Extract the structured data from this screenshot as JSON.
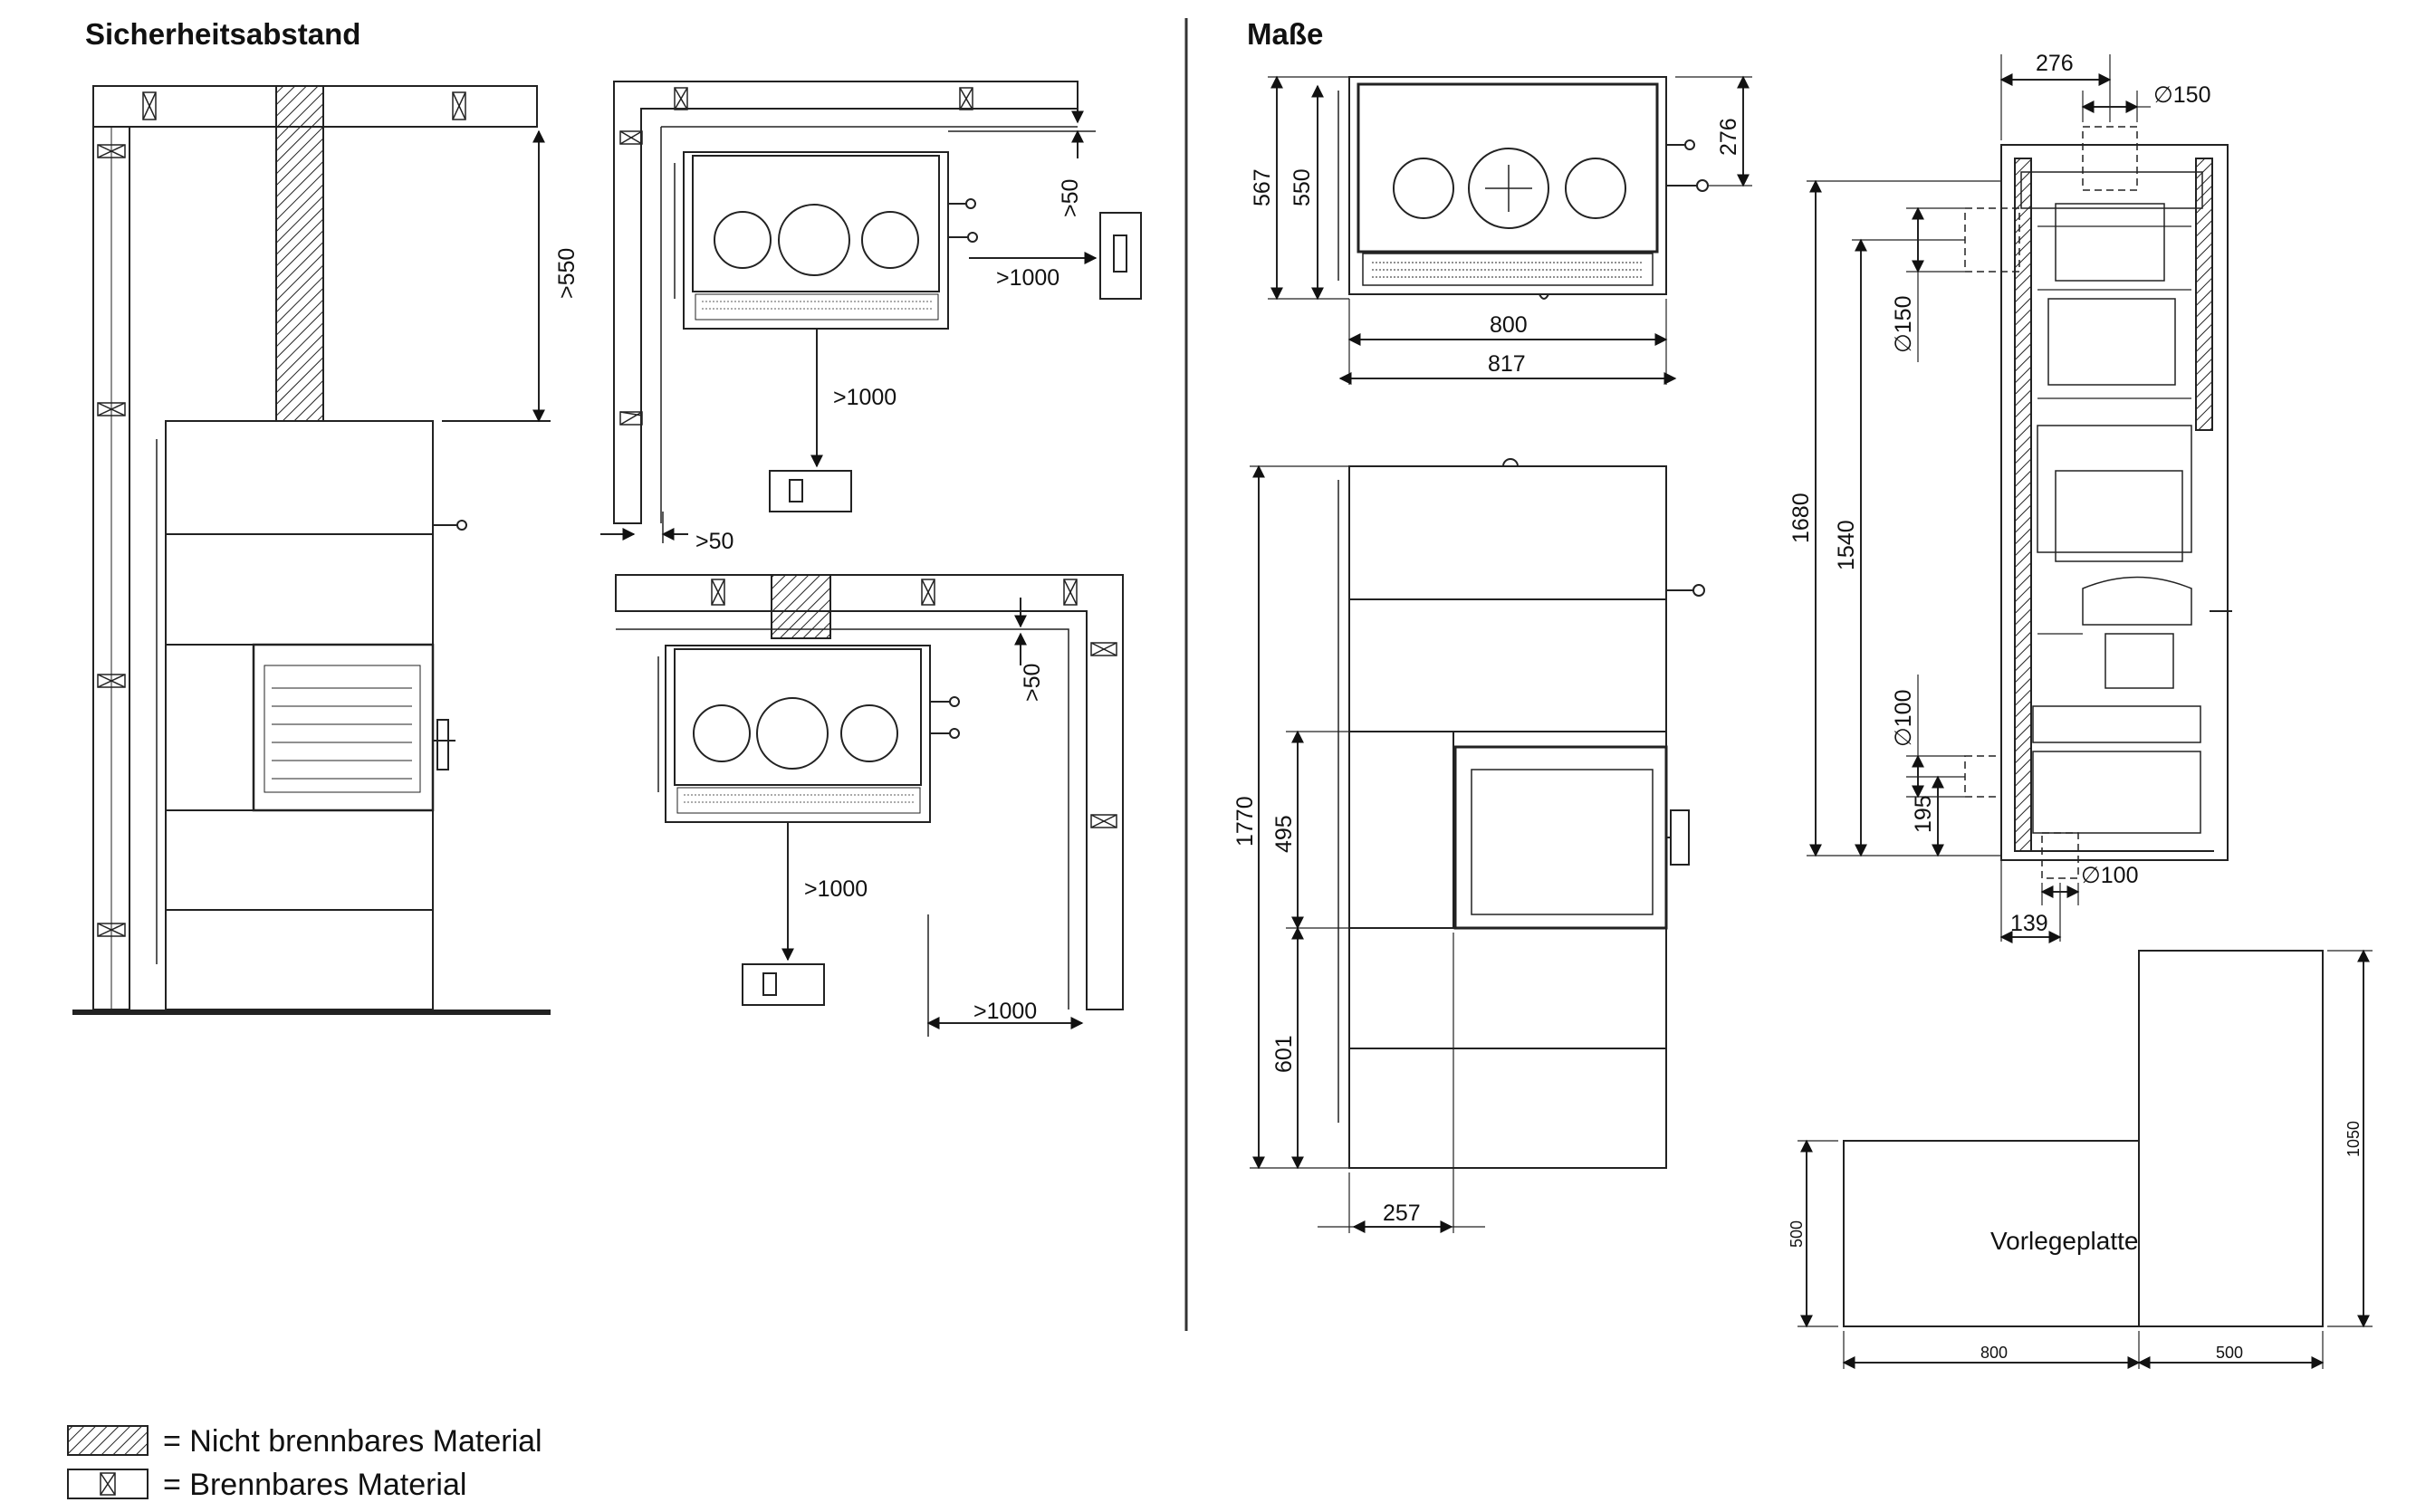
{
  "headings": {
    "safety": "Sicherheitsabstand",
    "dimensions": "Maße"
  },
  "safety": {
    "front_top": ">550",
    "plan1_wall_gap": ">50",
    "plan1_right": ">1000",
    "plan1_front": ">1000",
    "plan1_back": ">50",
    "plan2_back": ">50",
    "plan2_front": ">1000",
    "plan2_side": ">1000"
  },
  "dimensions": {
    "top_width_inner": "800",
    "top_width_outer": "817",
    "top_depth_a": "567",
    "top_depth_b": "550",
    "top_handle": "276",
    "front_height": "1770",
    "front_door_height": "495",
    "front_base_height": "601",
    "front_offset": "257",
    "section_top_width": "276",
    "section_flue_top": "∅150",
    "section_height_total": "1680",
    "section_height_outlet": "1540",
    "section_flue_rear": "∅150",
    "section_air_diam": "∅100",
    "section_air_height": "195",
    "section_air_bottom": "∅100",
    "section_offset_bottom": "139"
  },
  "floor_plate": {
    "label": "Vorlegeplatte",
    "width_main": "800",
    "width_side": "500",
    "depth_main": "500",
    "depth_side": "1050"
  },
  "legend": {
    "noncombustible": "= Nicht brennbares Material",
    "combustible": "= Brennbares Material"
  },
  "colors": {
    "line": "#1a1a1a",
    "muted": "#777777",
    "background": "#ffffff"
  }
}
